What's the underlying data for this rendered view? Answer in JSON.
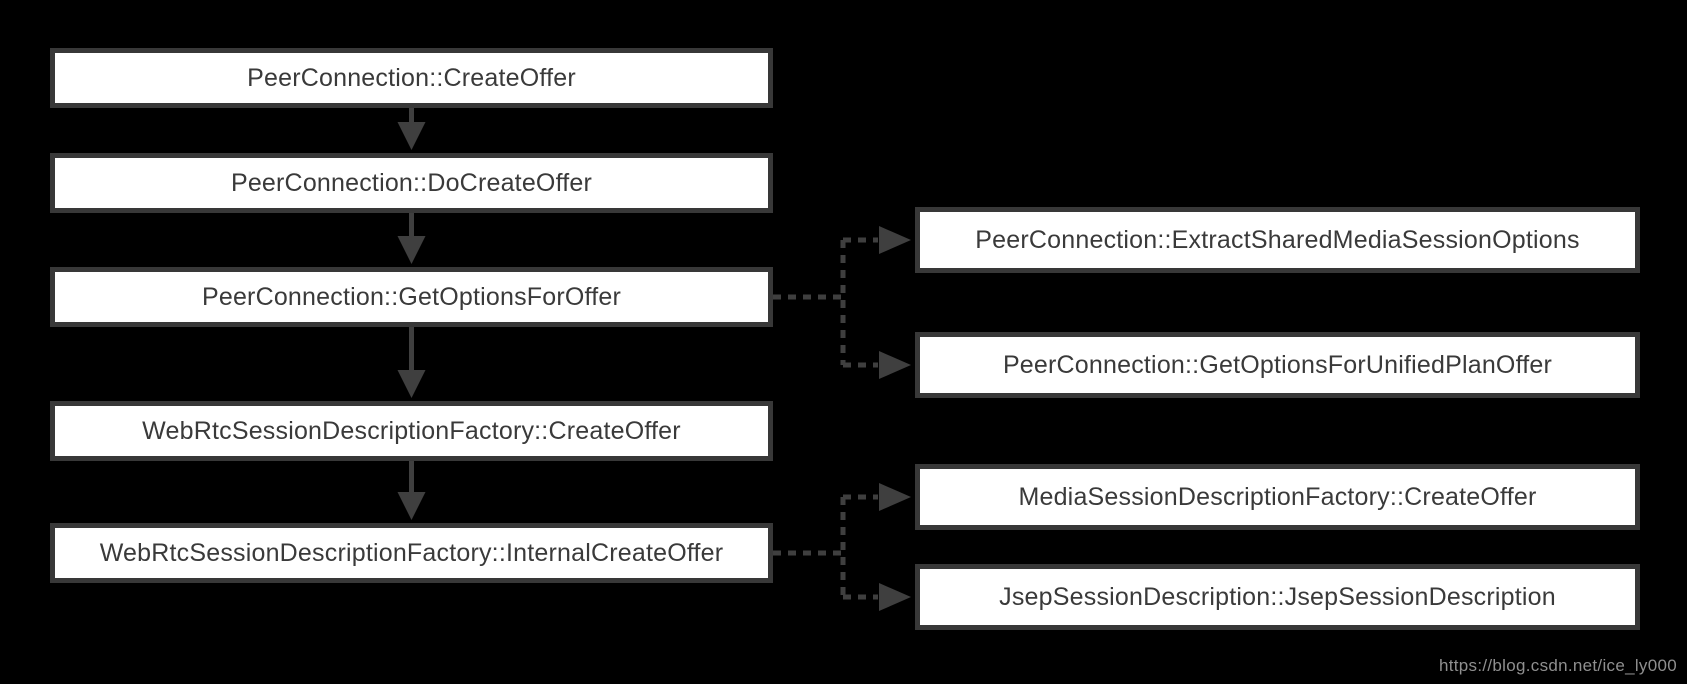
{
  "diagram": {
    "type": "flowchart",
    "watermark": "https://blog.csdn.net/ice_ly000",
    "colors": {
      "background": "#000000",
      "node_fill": "#ffffff",
      "node_border": "#383838",
      "node_text": "#3a3a3a",
      "connector": "#3f3f3f",
      "watermark_text": "#8f8f8f"
    },
    "main_flow": [
      {
        "id": "peerconnection-create-offer",
        "label": "PeerConnection::CreateOffer"
      },
      {
        "id": "peerconnection-do-create-offer",
        "label": "PeerConnection::DoCreateOffer"
      },
      {
        "id": "peerconnection-get-options-for-offer",
        "label": "PeerConnection::GetOptionsForOffer"
      },
      {
        "id": "webrtc-session-description-factory-create-offer",
        "label": "WebRtcSessionDescriptionFactory::CreateOffer"
      },
      {
        "id": "webrtc-session-description-factory-internal-create-offer",
        "label": "WebRtcSessionDescriptionFactory::InternalCreateOffer"
      }
    ],
    "side_calls": [
      {
        "id": "peerconnection-extract-shared-media-session-options",
        "label": "PeerConnection::ExtractSharedMediaSessionOptions",
        "from": "peerconnection-get-options-for-offer"
      },
      {
        "id": "peerconnection-get-options-for-unified-plan-offer",
        "label": "PeerConnection::GetOptionsForUnifiedPlanOffer",
        "from": "peerconnection-get-options-for-offer"
      },
      {
        "id": "media-session-description-factory-create-offer",
        "label": "MediaSessionDescriptionFactory::CreateOffer",
        "from": "webrtc-session-description-factory-internal-create-offer"
      },
      {
        "id": "jsep-session-description-jsep-session-description",
        "label": "JsepSessionDescription::JsepSessionDescription",
        "from": "webrtc-session-description-factory-internal-create-offer"
      }
    ],
    "connections": [
      {
        "from": "peerconnection-create-offer",
        "to": "peerconnection-do-create-offer",
        "style": "solid-arrow"
      },
      {
        "from": "peerconnection-do-create-offer",
        "to": "peerconnection-get-options-for-offer",
        "style": "solid-arrow"
      },
      {
        "from": "peerconnection-get-options-for-offer",
        "to": "webrtc-session-description-factory-create-offer",
        "style": "solid-arrow"
      },
      {
        "from": "webrtc-session-description-factory-create-offer",
        "to": "webrtc-session-description-factory-internal-create-offer",
        "style": "solid-arrow"
      },
      {
        "from": "peerconnection-get-options-for-offer",
        "to": "peerconnection-extract-shared-media-session-options",
        "style": "dashed-arrow"
      },
      {
        "from": "peerconnection-get-options-for-offer",
        "to": "peerconnection-get-options-for-unified-plan-offer",
        "style": "dashed-arrow"
      },
      {
        "from": "webrtc-session-description-factory-internal-create-offer",
        "to": "media-session-description-factory-create-offer",
        "style": "dashed-arrow"
      },
      {
        "from": "webrtc-session-description-factory-internal-create-offer",
        "to": "jsep-session-description-jsep-session-description",
        "style": "dashed-arrow"
      }
    ]
  }
}
